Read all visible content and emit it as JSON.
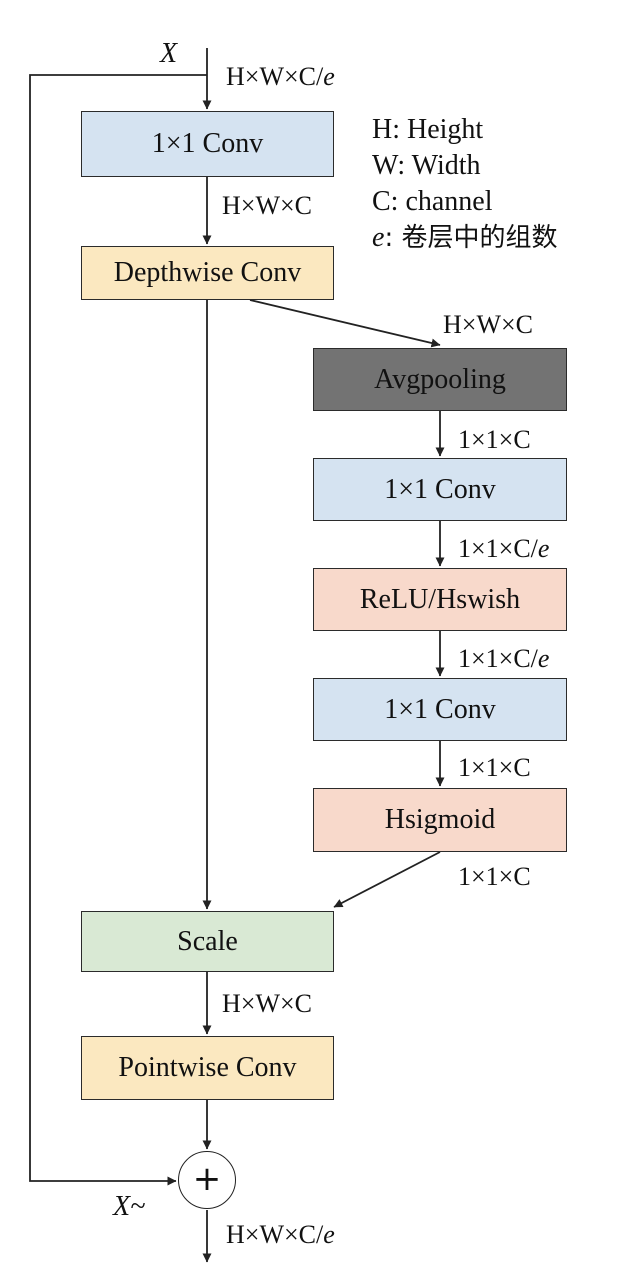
{
  "colors": {
    "conv": "#d5e3f1",
    "depthwise": "#fbe8c0",
    "avgpool": "#737373",
    "activation": "#f8d9cb",
    "scale": "#d9e9d4",
    "stroke": "#2b2b2b"
  },
  "input": {
    "symbol": "X",
    "shape": "H×W×C/e"
  },
  "legend": {
    "h": "H: Height",
    "w": "W: Width",
    "c": "C: channel",
    "e_key": "e",
    "e_desc": ": 卷层中的组数"
  },
  "blocks": {
    "conv1": "1×1 Conv",
    "depthwise": "Depthwise Conv",
    "avgpool": "Avgpooling",
    "se_conv1": "1×1 Conv",
    "relu": "ReLU/Hswish",
    "se_conv2": "1×1 Conv",
    "hsigmoid": "Hsigmoid",
    "scale": "Scale",
    "pointwise": "Pointwise Conv"
  },
  "shapes": {
    "after_conv1": "H×W×C",
    "se_in": "H×W×C",
    "after_avgpool": "1×1×C",
    "after_se_conv1": "1×1×C/e",
    "after_relu": "1×1×C/e",
    "after_se_conv2": "1×1×C",
    "after_hsigmoid": "1×1×C",
    "after_scale": "H×W×C",
    "output": "H×W×C/e"
  },
  "add": {
    "symbol": "+",
    "residual_label": "X~"
  }
}
